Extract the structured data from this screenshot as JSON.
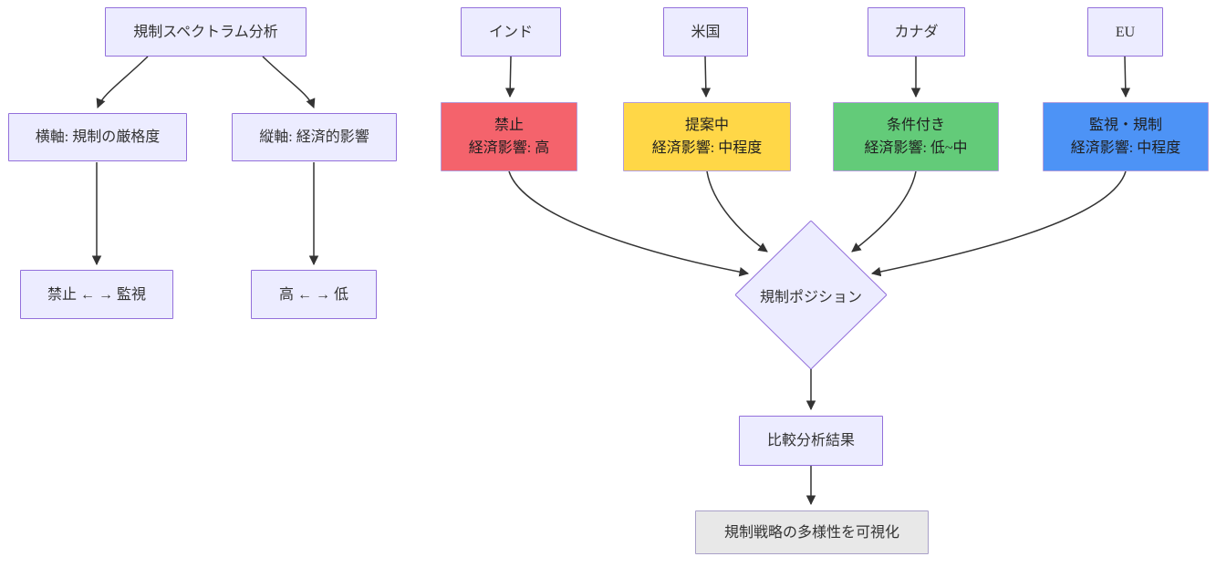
{
  "palette": {
    "node_fill": "#ECECFF",
    "node_border": "#9370DB",
    "edge": "#333333",
    "text": "#333333",
    "gray_fill": "#E8E8E8",
    "red": "#F4636C",
    "yellow": "#FFD747",
    "green": "#63CB79",
    "blue": "#4D93F6"
  },
  "legend": {
    "root": "規制スペクトラム分析",
    "x_axis": "横軸: 規制の厳格度",
    "y_axis": "縦軸: 経済的影響",
    "x_scale": "禁止 ← → 監視",
    "y_scale": "高 ← → 低"
  },
  "countries": [
    {
      "name": "インド",
      "status": "禁止",
      "impact": "経済影響: 高",
      "fill": "#F4636C"
    },
    {
      "name": "米国",
      "status": "提案中",
      "impact": "経済影響: 中程度",
      "fill": "#FFD747"
    },
    {
      "name": "カナダ",
      "status": "条件付き",
      "impact": "経済影響: 低~中",
      "fill": "#63CB79"
    },
    {
      "name": "EU",
      "status": "監視・規制",
      "impact": "経済影響: 中程度",
      "fill": "#4D93F6"
    }
  ],
  "flow": {
    "decision": "規制ポジション",
    "result": "比較分析結果",
    "conclusion": "規制戦略の多様性を可視化"
  }
}
